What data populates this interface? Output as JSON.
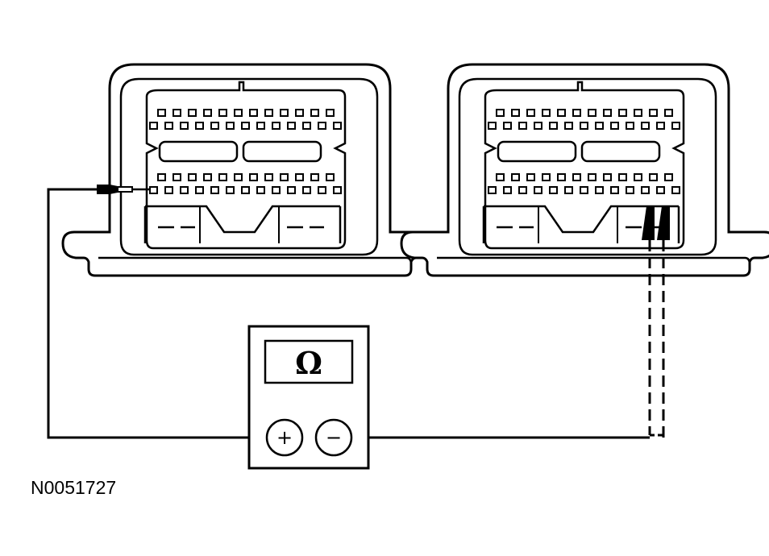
{
  "figure": {
    "id_label": "N0051727"
  },
  "meter": {
    "display_symbol": "Ω",
    "positive_terminal": "+",
    "negative_terminal": "−"
  },
  "connectors": [
    {
      "name": "left-connector"
    },
    {
      "name": "right-connector"
    }
  ],
  "colors": {
    "line": "#000000",
    "background": "#ffffff"
  },
  "icons": {
    "meter": "ohmmeter-icon",
    "probe": "test-probe-icon"
  }
}
